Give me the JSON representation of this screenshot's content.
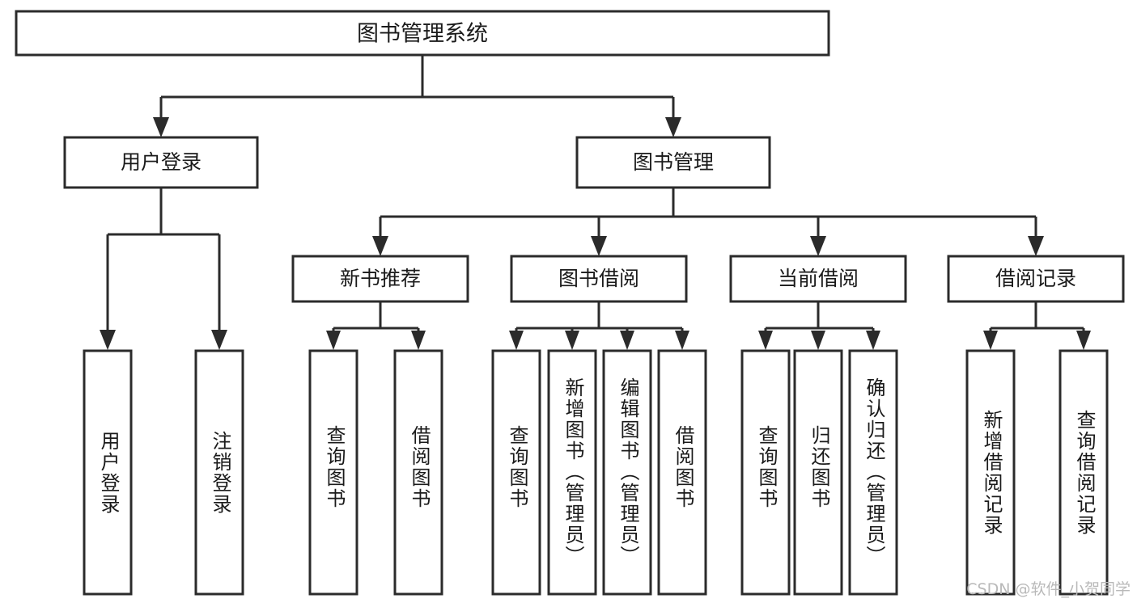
{
  "diagram": {
    "type": "tree-hierarchy-flowchart",
    "root": {
      "id": "root",
      "label": "图书管理系统"
    },
    "level2": [
      {
        "id": "user-login",
        "label": "用户登录"
      },
      {
        "id": "book-management",
        "label": "图书管理"
      }
    ],
    "level3": [
      {
        "id": "new-book-recommend",
        "label": "新书推荐",
        "parent": "book-management"
      },
      {
        "id": "book-borrow",
        "label": "图书借阅",
        "parent": "book-management"
      },
      {
        "id": "current-borrow",
        "label": "当前借阅",
        "parent": "book-management"
      },
      {
        "id": "borrow-record",
        "label": "借阅记录",
        "parent": "book-management"
      }
    ],
    "leaves": {
      "user-login": [
        {
          "id": "leaf-user-login",
          "label": "用户登录"
        },
        {
          "id": "leaf-logout-login",
          "label": "注销登录"
        }
      ],
      "new-book-recommend": [
        {
          "id": "leaf-query-book-1",
          "label": "查询图书"
        },
        {
          "id": "leaf-borrow-book-1",
          "label": "借阅图书"
        }
      ],
      "book-borrow": [
        {
          "id": "leaf-query-book-2",
          "label": "查询图书"
        },
        {
          "id": "leaf-add-book",
          "label": "新增图书（管理员）"
        },
        {
          "id": "leaf-edit-book",
          "label": "编辑图书（管理员）"
        },
        {
          "id": "leaf-borrow-book-2",
          "label": "借阅图书"
        }
      ],
      "current-borrow": [
        {
          "id": "leaf-query-book-3",
          "label": "查询图书"
        },
        {
          "id": "leaf-return-book",
          "label": "归还图书"
        },
        {
          "id": "leaf-confirm-return",
          "label": "确认归还（管理员）"
        }
      ],
      "borrow-record": [
        {
          "id": "leaf-add-record",
          "label": "新增借阅记录"
        },
        {
          "id": "leaf-query-record",
          "label": "查询借阅记录"
        }
      ]
    },
    "colors": {
      "box_fill": "#ffffff",
      "box_stroke": "#2b2b2b",
      "text": "#1a1a1a",
      "connector": "#2b2b2b",
      "watermark": "#b9b9b9"
    }
  },
  "watermark": {
    "text": "CSDN @软件_小贺同学"
  }
}
